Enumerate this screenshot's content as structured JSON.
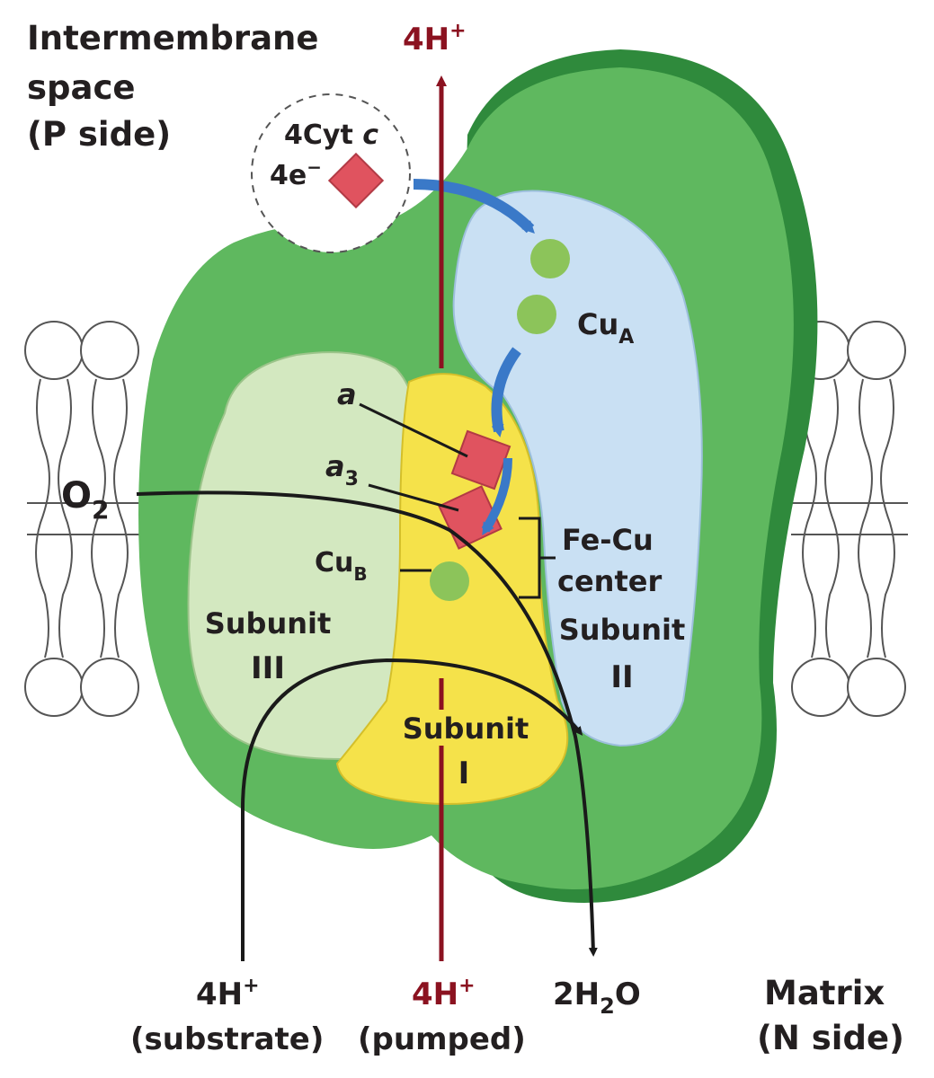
{
  "labels": {
    "intermembrane_1": "Intermembrane",
    "intermembrane_2": "space",
    "p_side": "(P side)",
    "h_top": "4H",
    "h_top_sup": "+",
    "cyt_c": "4Cyt ",
    "cyt_c_italic": "c",
    "e_minus": "4e",
    "e_minus_sup": "−",
    "cu_a": "Cu",
    "cu_a_sub": "A",
    "heme_a": "a",
    "heme_a3": "a",
    "heme_a3_sub": "3",
    "o2": "O",
    "o2_sub": "2",
    "fe_cu_1": "Fe-Cu",
    "fe_cu_2": "center",
    "cu_b": "Cu",
    "cu_b_sub": "B",
    "subunit_iii_1": "Subunit",
    "subunit_iii_2": "III",
    "subunit_ii_1": "Subunit",
    "subunit_ii_2": "II",
    "subunit_i_1": "Subunit",
    "subunit_i_2": "I",
    "h_substrate": "4H",
    "h_substrate_sup": "+",
    "substrate": "(substrate)",
    "h_pumped": "4H",
    "h_pumped_sup": "+",
    "pumped": "(pumped)",
    "water_1": "2H",
    "water_sub": "2",
    "water_2": "O",
    "matrix": "Matrix",
    "n_side": "(N side)"
  },
  "colors": {
    "outer_green": "#5fb85f",
    "dark_green": "#2f8a3c",
    "subunit_iii": "#d3e8c0",
    "subunit_i": "#f5e24a",
    "subunit_ii": "#c9e0f3",
    "heme": "#e0535f",
    "copper": "#8cc45a",
    "electron_arrow": "#3a79c8",
    "proton_arrow": "#8b1220",
    "path_arrow": "#1a1a1a"
  }
}
